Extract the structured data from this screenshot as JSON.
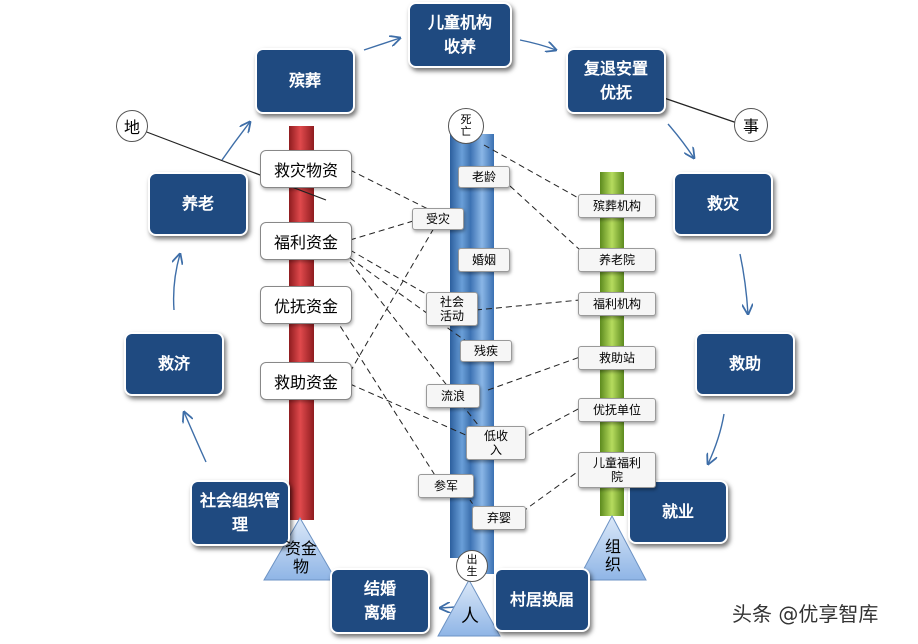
{
  "cycle_boxes": [
    {
      "id": "burial",
      "label": "殡葬"
    },
    {
      "id": "children",
      "label": "儿童机构\n收养"
    },
    {
      "id": "veterans",
      "label": "复退安置\n优抚"
    },
    {
      "id": "relief",
      "label": "救灾"
    },
    {
      "id": "assist",
      "label": "救助"
    },
    {
      "id": "employ",
      "label": "就业"
    },
    {
      "id": "village",
      "label": "村居换届"
    },
    {
      "id": "marriage",
      "label": "结婚\n离婚"
    },
    {
      "id": "socialorg",
      "label": "社会组织管\n理"
    },
    {
      "id": "aid",
      "label": "救济"
    },
    {
      "id": "elderly",
      "label": "养老"
    }
  ],
  "funds": [
    {
      "id": "disaster_goods",
      "label": "救灾物资"
    },
    {
      "id": "welfare_fund",
      "label": "福利资金"
    },
    {
      "id": "preferential_fund",
      "label": "优抚资金"
    },
    {
      "id": "assist_fund",
      "label": "救助资金"
    }
  ],
  "person_events": [
    {
      "id": "old_age",
      "label": "老龄"
    },
    {
      "id": "disaster_hit",
      "label": "受灾"
    },
    {
      "id": "marriage",
      "label": "婚姻"
    },
    {
      "id": "social_activity",
      "label": "社会\n活动"
    },
    {
      "id": "disabled",
      "label": "残疾"
    },
    {
      "id": "homeless",
      "label": "流浪"
    },
    {
      "id": "low_income",
      "label": "低收\n入"
    },
    {
      "id": "military",
      "label": "参军"
    },
    {
      "id": "abandoned",
      "label": "弃婴"
    }
  ],
  "organizations": [
    {
      "id": "funeral_org",
      "label": "殡葬机构"
    },
    {
      "id": "nursing_home",
      "label": "养老院"
    },
    {
      "id": "welfare_org",
      "label": "福利机构"
    },
    {
      "id": "assist_station",
      "label": "救助站"
    },
    {
      "id": "preferential_unit",
      "label": "优抚单位"
    },
    {
      "id": "child_welfare",
      "label": "儿童福利\n院"
    }
  ],
  "markers": {
    "earth": "地",
    "matter": "事",
    "death": "死\n亡",
    "birth": "出\n生",
    "person": "人",
    "funds_goods": "资金\n物",
    "organization": "组\n织"
  },
  "watermark": "头条 @优享智库",
  "colors": {
    "box": "#1f4a80",
    "red_pillar": "#d0393c",
    "blue_pillar": "#4f86c8",
    "green_pillar": "#8ebd39",
    "triangle": "#a9c8ef"
  }
}
